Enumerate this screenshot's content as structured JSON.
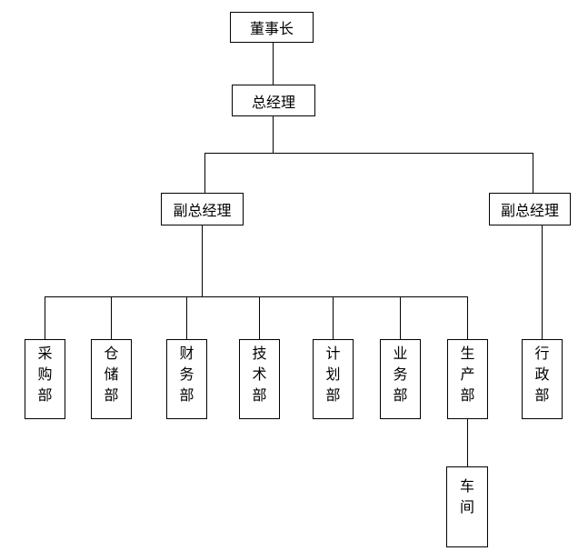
{
  "org_chart": {
    "description": "Company organization chart",
    "line_color": "#000000",
    "background_color": "#ffffff",
    "chairman": {
      "label": "董事长"
    },
    "general_manager": {
      "label": "总经理"
    },
    "deputy_left": {
      "label": "副总经理"
    },
    "deputy_right": {
      "label": "副总经理"
    },
    "departments": [
      {
        "label": "采购部",
        "parent": "副总经理(左)"
      },
      {
        "label": "仓储部",
        "parent": "副总经理(左)"
      },
      {
        "label": "财务部",
        "parent": "副总经理(左)"
      },
      {
        "label": "技术部",
        "parent": "副总经理(左)"
      },
      {
        "label": "计划部",
        "parent": "副总经理(左)"
      },
      {
        "label": "业务部",
        "parent": "副总经理(左)"
      },
      {
        "label": "生产部",
        "parent": "副总经理(左)"
      },
      {
        "label": "行政部",
        "parent": "副总经理(右)"
      }
    ],
    "workshop": {
      "label": "车间",
      "parent": "生产部"
    }
  }
}
